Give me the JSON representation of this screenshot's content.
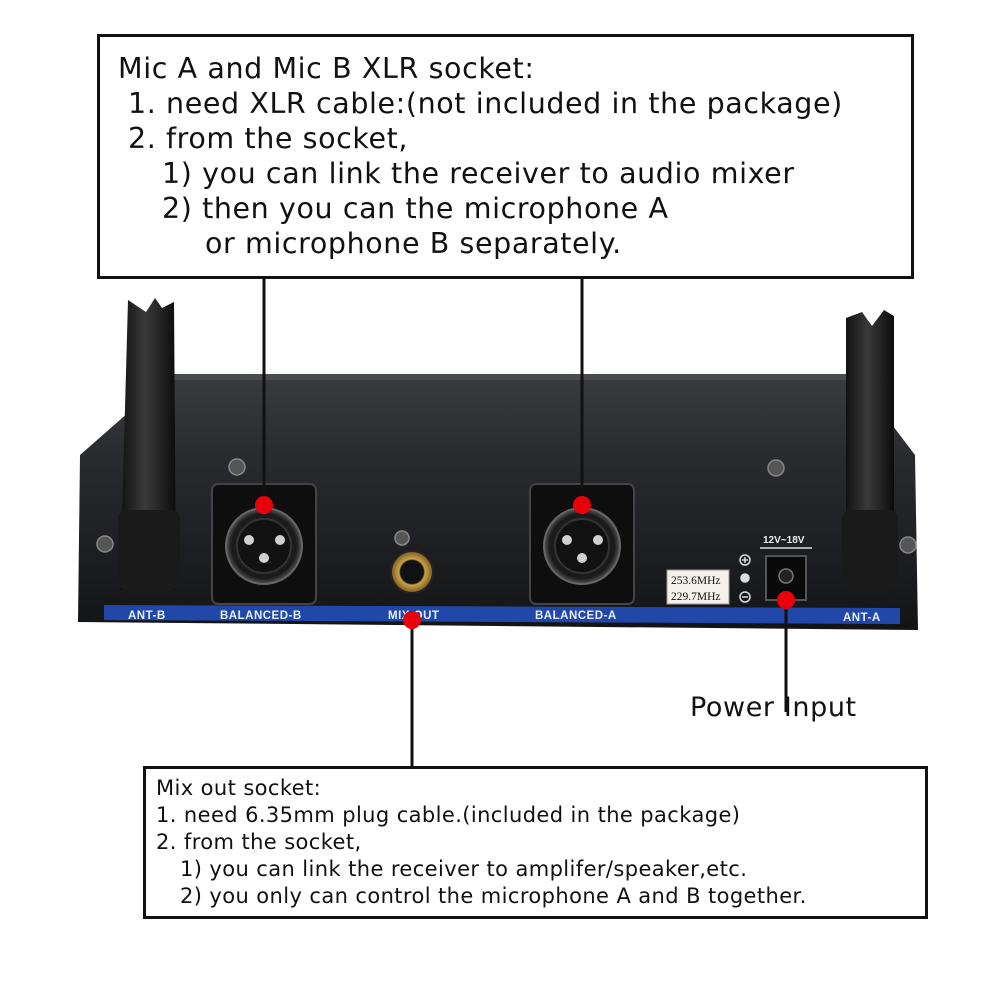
{
  "top_callout": {
    "lines": [
      "Mic A and Mic B XLR socket:",
      "1. need XLR cable:(not included in the package)",
      "2. from the socket,",
      "1) you can link the receiver to audio mixer",
      "2) then you can  the microphone A",
      "or microphone B separately."
    ]
  },
  "bottom_callout": {
    "lines": [
      "Mix out socket:",
      "1. need 6.35mm plug cable.(included in the package)",
      "2. from the socket,",
      "1) you can link the receiver to amplifer/speaker,etc.",
      "2) you only can control the microphone A and B together."
    ]
  },
  "power_label": "Power Input",
  "panel_labels": {
    "ant_b": "ANT-B",
    "balanced_b": "BALANCED-B",
    "mix_out": "MIX OUT",
    "balanced_a": "BALANCED-A",
    "ant_a": "ANT-A"
  },
  "frequencies": [
    "253.6MHz",
    "229.7MHz"
  ],
  "voltage": "12V~18V",
  "colors": {
    "marker": "#e8000a",
    "panel_stripe": "#2148a8",
    "chassis": "#1c1d20",
    "outline": "#111111"
  }
}
